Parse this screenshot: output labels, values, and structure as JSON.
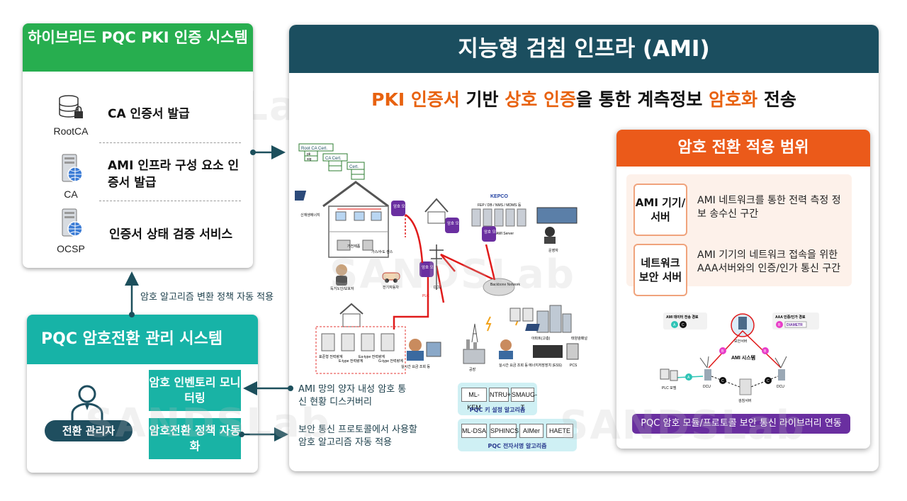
{
  "watermark": "SANDSLab",
  "pki": {
    "title": "하이브리드 PQC PKI 인증 시스템",
    "rows": [
      {
        "icon_label": "RootCA",
        "icon": "database-lock-icon",
        "text": "CA 인증서 발급"
      },
      {
        "icon_label": "CA",
        "icon": "server-globe-icon",
        "text": "AMI 인프라 구성 요소 인증서 발급"
      },
      {
        "icon_label": "OCSP",
        "icon": "server-globe-icon",
        "text": "인증서 상태 검증 서비스"
      }
    ]
  },
  "arrow_label": "암호 알고리즘 변환 정책 자동 적용",
  "pqc_mgmt": {
    "title": "PQC 암호전환 관리 시스템",
    "manager": "전환 관리자",
    "box1": "암호 인벤토리 모니터링",
    "box2": "암호전환 정책 자동화",
    "note1": "AMI 망의 양자 내성 암호 통신 현황 디스커버리",
    "note2": "보안 통신 프로토콜에서 사용할 암호 알고리즘 자동 적용"
  },
  "ami": {
    "title": "지능형 검침 인프라 (AMI)",
    "subtitle_parts": [
      {
        "text": "PKI 인증서",
        "hl": true
      },
      {
        "text": " 기반 ",
        "hl": false
      },
      {
        "text": "상호 인증",
        "hl": true
      },
      {
        "text": "을 통한  계측정보 ",
        "hl": false
      },
      {
        "text": "암호화",
        "hl": true
      },
      {
        "text": " 전송",
        "hl": false
      }
    ],
    "cert_chain": [
      "Root CA Cert.",
      "CA Cert.",
      "Cert.",
      "pk",
      "sig"
    ],
    "crypto_module": "암호 모듈",
    "kepco": "KEPCO",
    "server_label": "AMI Server",
    "backbone": "Backbone Network",
    "servers_caption": "FEP / DB / NMS / MDMS 등",
    "plc": "PLC",
    "dcu": "DCU",
    "operator": "운영자",
    "home_caption": "가전제품",
    "meters": [
      "표준형 전력량계",
      "E-type 전력량계",
      "Ea-type 전력량계",
      "G-type 전력량계"
    ],
    "misc_labels": [
      "신재생에너지",
      "가스/수도 센스",
      "독거노인/보호자",
      "전기자동차",
      "실시간 요금 조회 등",
      "공장",
      "아파트(고층)",
      "태양광패널",
      "에너지저장장치 (ESS)",
      "PCS"
    ],
    "kem_caption": "PQC 키 설정 알고리즘",
    "kem_algos": [
      "ML-KEM",
      "NTRU+",
      "SMAUG-T"
    ],
    "dsa_caption": "PQC 전자서명 알고리즘",
    "dsa_algos": [
      "ML-DSA",
      "SPHINCS",
      "AIMer",
      "HAETE"
    ]
  },
  "scope": {
    "title": "암호 전환 적용 범위",
    "items": [
      {
        "label": "AMI 기기/서버",
        "text": "AMI 네트워크를 통한 전력 측정 정보 송수신 구간"
      },
      {
        "label": "네트워크 보안 서버",
        "text": "AMI 기기의 네트워크 접속을 위한 AAA서버와의 인증/인가 통신 구간"
      }
    ],
    "legend1": "AMI 데이터 전송 경로",
    "legend2": "AAA 인증/인가 경로",
    "legend2_algo": "DIAMETR",
    "security_server": "보안서버",
    "ami_system": "AMI 시스템",
    "plc_modem": "PLC 모뎀",
    "dcu": "DCU",
    "meter_server": "검침서버",
    "library_bar": "PQC 암호 모듈/프로토콜 보안 통신 라이브러리 연동"
  },
  "colors": {
    "green_header": "#27ae4f",
    "teal_header": "#17b3a7",
    "navy_header": "#1b4e5f",
    "orange_header": "#eb5a1a",
    "highlight": "#e8620f",
    "purple": "#6a2fa0"
  }
}
